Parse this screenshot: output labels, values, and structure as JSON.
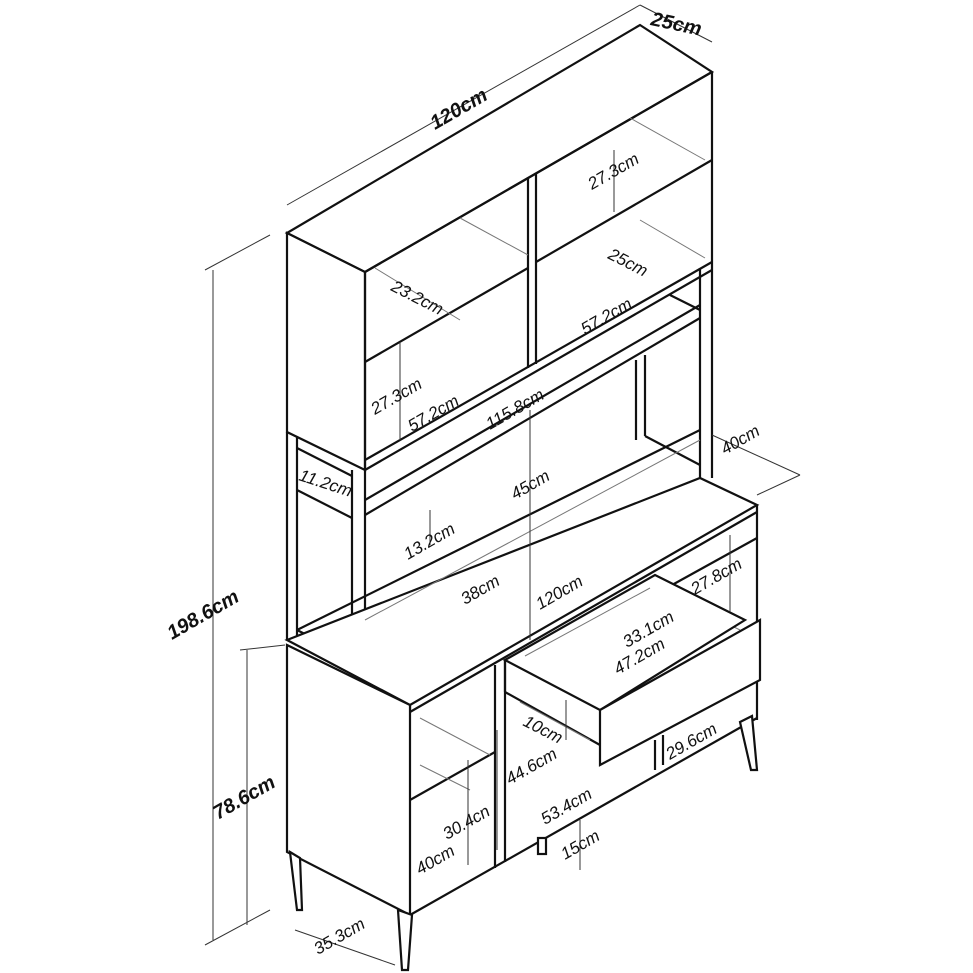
{
  "title": "Kitchen hutch cabinet dimension drawing",
  "dimensions": {
    "depth_top": "25cm",
    "width_top": "120cm",
    "shelf_height_upper_right": "27.3cm",
    "shelf_depth_upper_left": "23.2cm",
    "shelf_depth_upper_right": "25cm",
    "shelf_width_upper_right": "57.2cm",
    "shelf_height_upper_left": "27.3cm",
    "shelf_width_upper_left": "57.2cm",
    "inner_width_hutch": "115.8cm",
    "desk_depth": "40cm",
    "side_shelf_height": "11.2cm",
    "hutch_clearance": "45cm",
    "shelf_gap": "13.2cm",
    "right_compartment_height": "27.8cm",
    "desk_inner_depth": "38cm",
    "desk_width": "120cm",
    "drawer_depth": "33.1cm",
    "drawer_width": "47.2cm",
    "total_height": "198.6cm",
    "drawer_height": "10cm",
    "right_lower_width": "29.6cm",
    "base_height": "78.6cm",
    "middle_open_height": "44.6cm",
    "left_shelf_height": "30.4cn",
    "middle_open_width": "53.4cm",
    "leg_height": "15cm",
    "left_depth": "40cm",
    "left_width": "35.3cm"
  }
}
